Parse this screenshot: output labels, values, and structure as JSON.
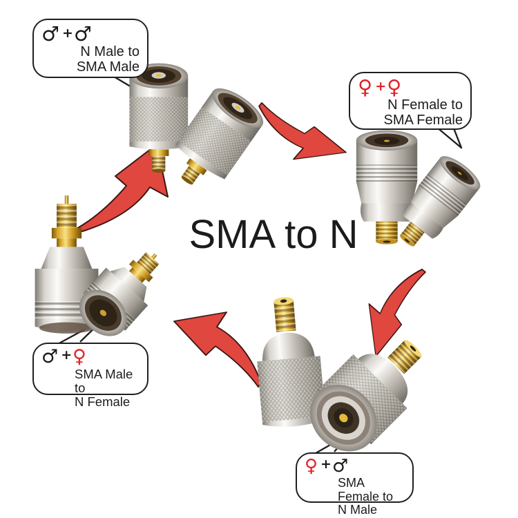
{
  "title": "SMA to N",
  "colors": {
    "female_symbol": "#e02327",
    "male_symbol": "#1a1a1a",
    "arrow_red": "#e0473f",
    "bubble_border": "#1f1f1f",
    "silver_metal": "#c9c5be",
    "gold_metal": "#d9a62e"
  },
  "bubbles": {
    "top_left": {
      "sym_a": "♂",
      "plus": "+",
      "sym_b": "♂",
      "line1": "N Male to",
      "line2": "SMA Male"
    },
    "top_right": {
      "sym_a": "♀",
      "plus": "+",
      "sym_b": "♀",
      "line1": "N Female to",
      "line2": "SMA Female"
    },
    "bottom_left": {
      "sym_a": "♂",
      "plus": "+",
      "sym_b": "♀",
      "line1": "SMA Male to",
      "line2": "N Female"
    },
    "bottom_right": {
      "sym_a": "♀",
      "plus": "+",
      "sym_b": "♂",
      "line1": "SMA Female to",
      "line2": "N Male"
    }
  },
  "adapters": [
    {
      "name": "n-male-to-sma-male-pair",
      "position": "top",
      "count": 2
    },
    {
      "name": "n-female-to-sma-female-pair",
      "position": "right",
      "count": 2
    },
    {
      "name": "sma-female-to-n-male-pair",
      "position": "bottom",
      "count": 2
    },
    {
      "name": "sma-male-to-n-female-pair",
      "position": "left",
      "count": 2
    }
  ]
}
